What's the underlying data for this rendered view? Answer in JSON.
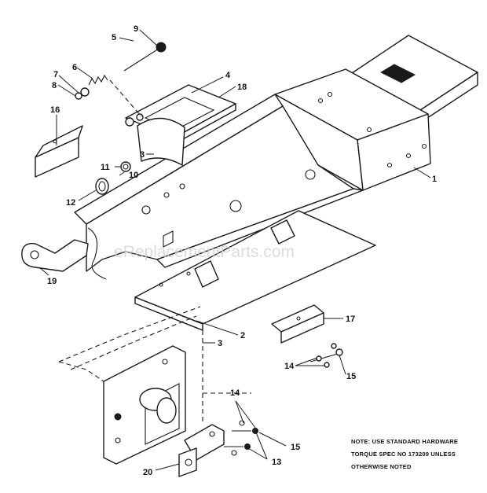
{
  "watermark": "eReplacementParts.com",
  "callouts": {
    "c1": "1",
    "c2": "2",
    "c3a": "3",
    "c3b": "3",
    "c4": "4",
    "c5": "5",
    "c6": "6",
    "c7": "7",
    "c8": "8",
    "c9": "9",
    "c10": "10",
    "c11": "11",
    "c12": "12",
    "c13": "13",
    "c14a": "14",
    "c14b": "14",
    "c15a": "15",
    "c15b": "15",
    "c16": "16",
    "c17": "17",
    "c18": "18",
    "c19": "19",
    "c20": "20"
  },
  "note": {
    "line1": "NOTE: USE STANDARD HARDWARE",
    "line2": "TORQUE SPEC NO  173209 UNLESS",
    "line3": "OTHERWISE NOTED"
  }
}
